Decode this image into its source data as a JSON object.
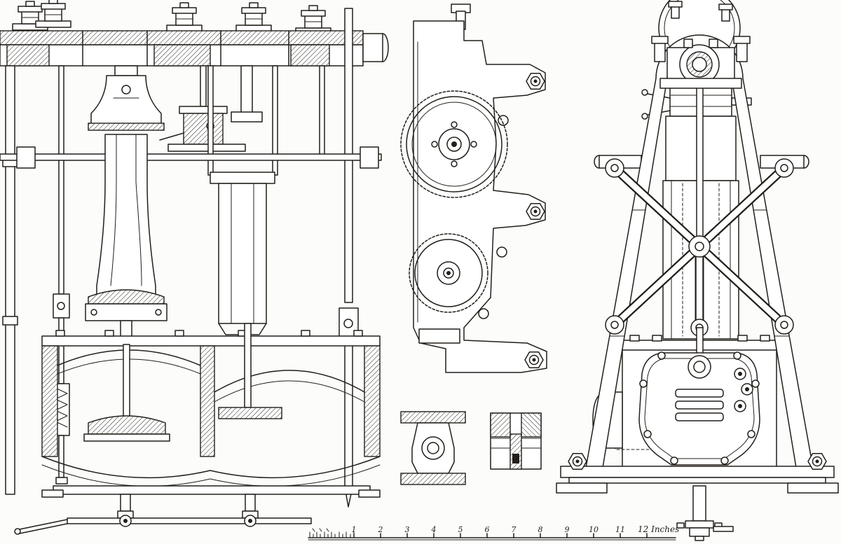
{
  "colors": {
    "ink": "#221f1a",
    "paper": "#fcfcfa"
  },
  "scale_bar": {
    "labels": [
      "1",
      "2",
      "3",
      "4",
      "5",
      "6",
      "7",
      "8",
      "9",
      "10",
      "11"
    ],
    "unit_label": "12 Inches"
  }
}
